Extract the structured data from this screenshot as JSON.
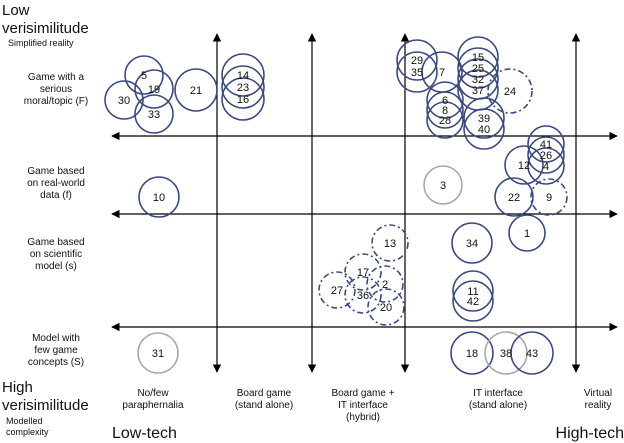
{
  "diagram": {
    "top_label": "Low\nverisimilitude",
    "top_sublabel": "Simplified reality",
    "bottom_label": "High\nverisimilitude",
    "bottom_sublabel": "Modelled\ncomplexity",
    "low_tech": "Low-tech",
    "high_tech": "High-tech",
    "rows": [
      "Game with a\nserious\nmoral/topic (F)",
      "Game based\non real-world\ndata (f)",
      "Game based\non scientific\nmodel (s)",
      "Model with\nfew game\nconcepts (S)"
    ],
    "columns": [
      "No/few\nparaphernalia",
      "Board game\n(stand alone)",
      "Board game +\nIT interface\n(hybrid)",
      "IT interface\n(stand alone)",
      "Virtual\nreality"
    ]
  },
  "nodes": [
    {
      "id": "5",
      "style": "solid"
    },
    {
      "id": "19",
      "style": "solid"
    },
    {
      "id": "30",
      "style": "solid"
    },
    {
      "id": "33",
      "style": "solid"
    },
    {
      "id": "21",
      "style": "solid"
    },
    {
      "id": "14",
      "style": "solid"
    },
    {
      "id": "23",
      "style": "solid"
    },
    {
      "id": "16",
      "style": "solid"
    },
    {
      "id": "29",
      "style": "solid"
    },
    {
      "id": "35",
      "style": "solid"
    },
    {
      "id": "7",
      "style": "solid"
    },
    {
      "id": "15",
      "style": "solid"
    },
    {
      "id": "25",
      "style": "solid"
    },
    {
      "id": "32",
      "style": "solid"
    },
    {
      "id": "37",
      "style": "solid"
    },
    {
      "id": "24",
      "style": "dashed"
    },
    {
      "id": "6",
      "style": "solid"
    },
    {
      "id": "8",
      "style": "solid"
    },
    {
      "id": "28",
      "style": "solid"
    },
    {
      "id": "39",
      "style": "solid"
    },
    {
      "id": "40",
      "style": "solid"
    },
    {
      "id": "41",
      "style": "solid"
    },
    {
      "id": "26",
      "style": "solid"
    },
    {
      "id": "4",
      "style": "solid"
    },
    {
      "id": "12",
      "style": "solid"
    },
    {
      "id": "10",
      "style": "solid"
    },
    {
      "id": "3",
      "style": "grey"
    },
    {
      "id": "22",
      "style": "solid"
    },
    {
      "id": "9",
      "style": "dashed"
    },
    {
      "id": "1",
      "style": "solid"
    },
    {
      "id": "13",
      "style": "dashed"
    },
    {
      "id": "34",
      "style": "solid"
    },
    {
      "id": "17",
      "style": "dashed"
    },
    {
      "id": "27",
      "style": "dashed"
    },
    {
      "id": "36",
      "style": "dashed"
    },
    {
      "id": "2",
      "style": "dashed"
    },
    {
      "id": "20",
      "style": "dashed"
    },
    {
      "id": "11",
      "style": "solid"
    },
    {
      "id": "42",
      "style": "solid"
    },
    {
      "id": "31",
      "style": "grey"
    },
    {
      "id": "18",
      "style": "solid"
    },
    {
      "id": "38",
      "style": "grey"
    },
    {
      "id": "43",
      "style": "solid"
    }
  ],
  "colors": {
    "circle": "#3a4a80",
    "grey_circle": "#a8a8a8",
    "axis": "#000000",
    "text": "#111111"
  }
}
